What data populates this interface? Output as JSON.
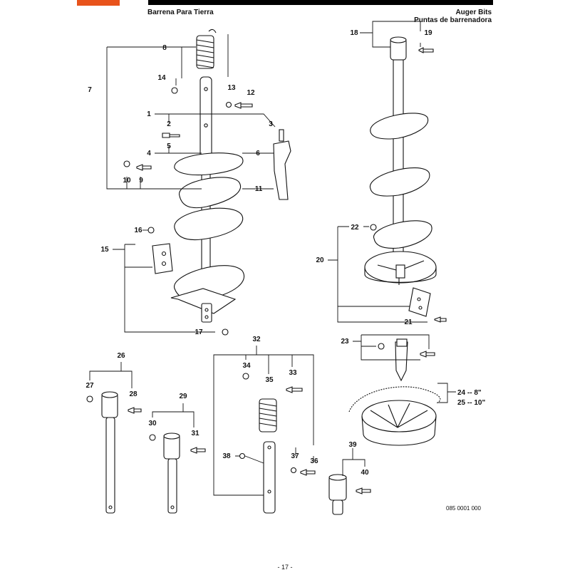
{
  "header": {
    "title_left": "Barrena Para Tierra",
    "title_right_1": "Auger Bits",
    "title_right_2": "Puntas de barrenadora"
  },
  "callouts": {
    "c1": "1",
    "c2": "2",
    "c3": "3",
    "c4": "4",
    "c5": "5",
    "c6": "6",
    "c7": "7",
    "c8": "8",
    "c9": "9",
    "c10": "10",
    "c11": "11",
    "c12": "12",
    "c13": "13",
    "c14": "14",
    "c15": "15",
    "c16": "16",
    "c17": "17",
    "c18": "18",
    "c19": "19",
    "c20": "20",
    "c21": "21",
    "c22": "22",
    "c23": "23",
    "c24": "24 -- 8\"",
    "c25": "25 -- 10\"",
    "c26": "26",
    "c27": "27",
    "c28": "28",
    "c29": "29",
    "c30": "30",
    "c31": "31",
    "c32": "32",
    "c33": "33",
    "c34": "34",
    "c35": "35",
    "c36": "36",
    "c37": "37",
    "c38": "38",
    "c39": "39",
    "c40": "40"
  },
  "drawing_number": "085 0001 000",
  "page_number": "- 17 -",
  "colors": {
    "logo": "#e8531b",
    "ink": "#111111"
  }
}
